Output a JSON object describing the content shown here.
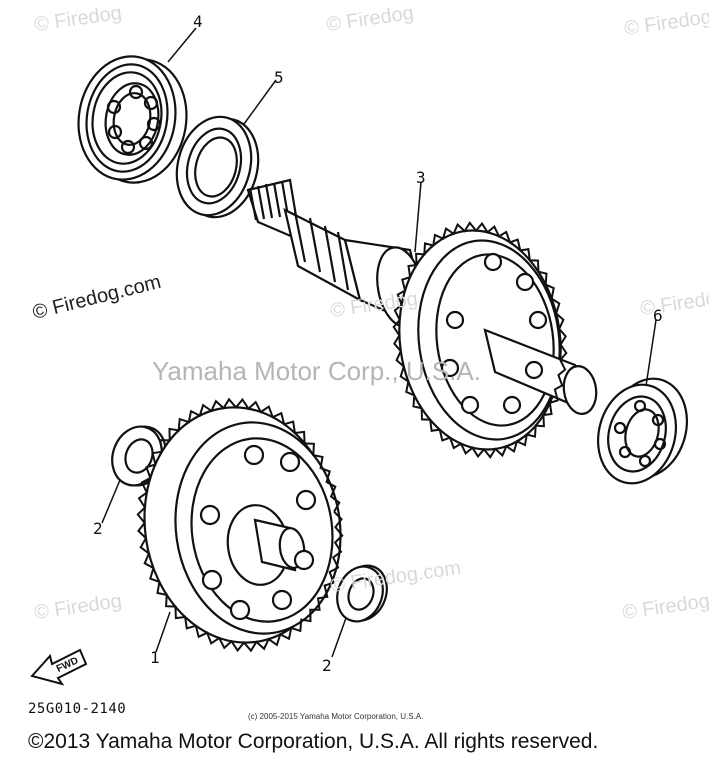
{
  "watermarks": {
    "firedog_corner": "© Firedog",
    "firedog_com": "© Firedog.com",
    "firedog_side": "© Firedog.com",
    "center": "Yamaha Motor Corp., U.S.A."
  },
  "part_labels": [
    "1",
    "2",
    "2",
    "3",
    "4",
    "5",
    "6"
  ],
  "fwd_label": "FWD",
  "diagram_code": "25G010-2140",
  "small_copyright": "(c) 2005-2015 Yamaha Motor Corporation, U.S.A.",
  "main_copyright": "©2013 Yamaha Motor Corporation, U.S.A. All rights reserved."
}
